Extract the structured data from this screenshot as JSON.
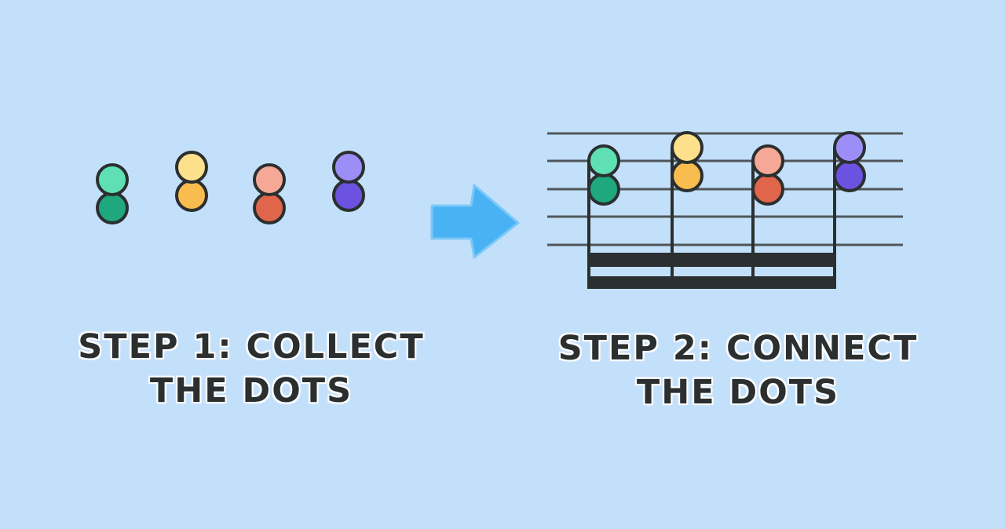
{
  "colors": {
    "background": "#c3e0fb",
    "outline": "#2b2f30",
    "arrow": "#49b2f4",
    "caption_text": "#2b2f30"
  },
  "dot_pairs": [
    {
      "name": "green",
      "top": "#5ee0b4",
      "bottom": "#1fa77e"
    },
    {
      "name": "yellow",
      "top": "#fde08c",
      "bottom": "#f9bc4f"
    },
    {
      "name": "red",
      "top": "#f6a896",
      "bottom": "#e0654a"
    },
    {
      "name": "purple",
      "top": "#9d8ef7",
      "bottom": "#6c52e0"
    }
  ],
  "staff": {
    "line_count": 5,
    "beam_count": 2
  },
  "step1": {
    "line1": "STEP 1: COLLECT",
    "line2": "THE DOTS"
  },
  "step2": {
    "line1": "STEP 2: CONNECT",
    "line2": "THE DOTS"
  },
  "arrow_icon": "right-arrow-icon"
}
